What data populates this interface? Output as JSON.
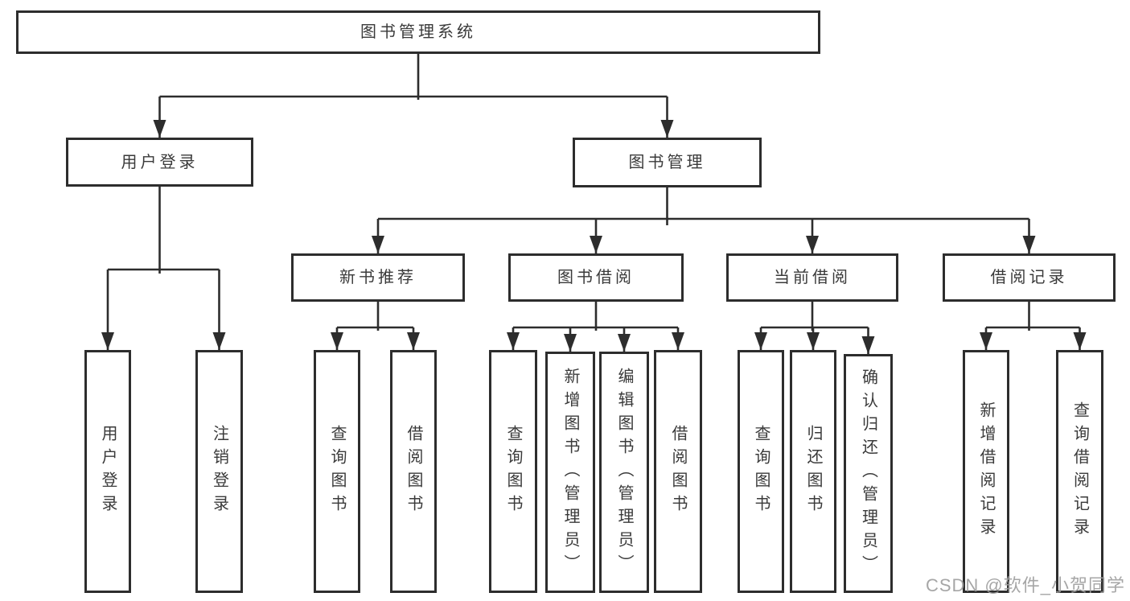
{
  "diagram": {
    "type": "hierarchy-tree",
    "colors": {
      "line": "#2d2d2d",
      "box_border": "#2d2d2d",
      "text": "#3a3a3a",
      "background": "#ffffff",
      "watermark": "#9e9e9e"
    },
    "tree": {
      "label": "图书管理系统",
      "children": [
        {
          "label": "用户登录",
          "children": [
            {
              "label": "用户登录"
            },
            {
              "label": "注销登录"
            }
          ]
        },
        {
          "label": "图书管理",
          "children": [
            {
              "label": "新书推荐",
              "children": [
                {
                  "label": "查询图书"
                },
                {
                  "label": "借阅图书"
                }
              ]
            },
            {
              "label": "图书借阅",
              "children": [
                {
                  "label": "查询图书"
                },
                {
                  "label": "新增图书（管理员）"
                },
                {
                  "label": "编辑图书（管理员）"
                },
                {
                  "label": "借阅图书"
                }
              ]
            },
            {
              "label": "当前借阅",
              "children": [
                {
                  "label": "查询图书"
                },
                {
                  "label": "归还图书"
                },
                {
                  "label": "确认归还（管理员）"
                }
              ]
            },
            {
              "label": "借阅记录",
              "children": [
                {
                  "label": "新增借阅记录"
                },
                {
                  "label": "查询借阅记录"
                }
              ]
            }
          ]
        }
      ]
    }
  },
  "watermark": {
    "text": "CSDN @软件_小贺同学"
  }
}
